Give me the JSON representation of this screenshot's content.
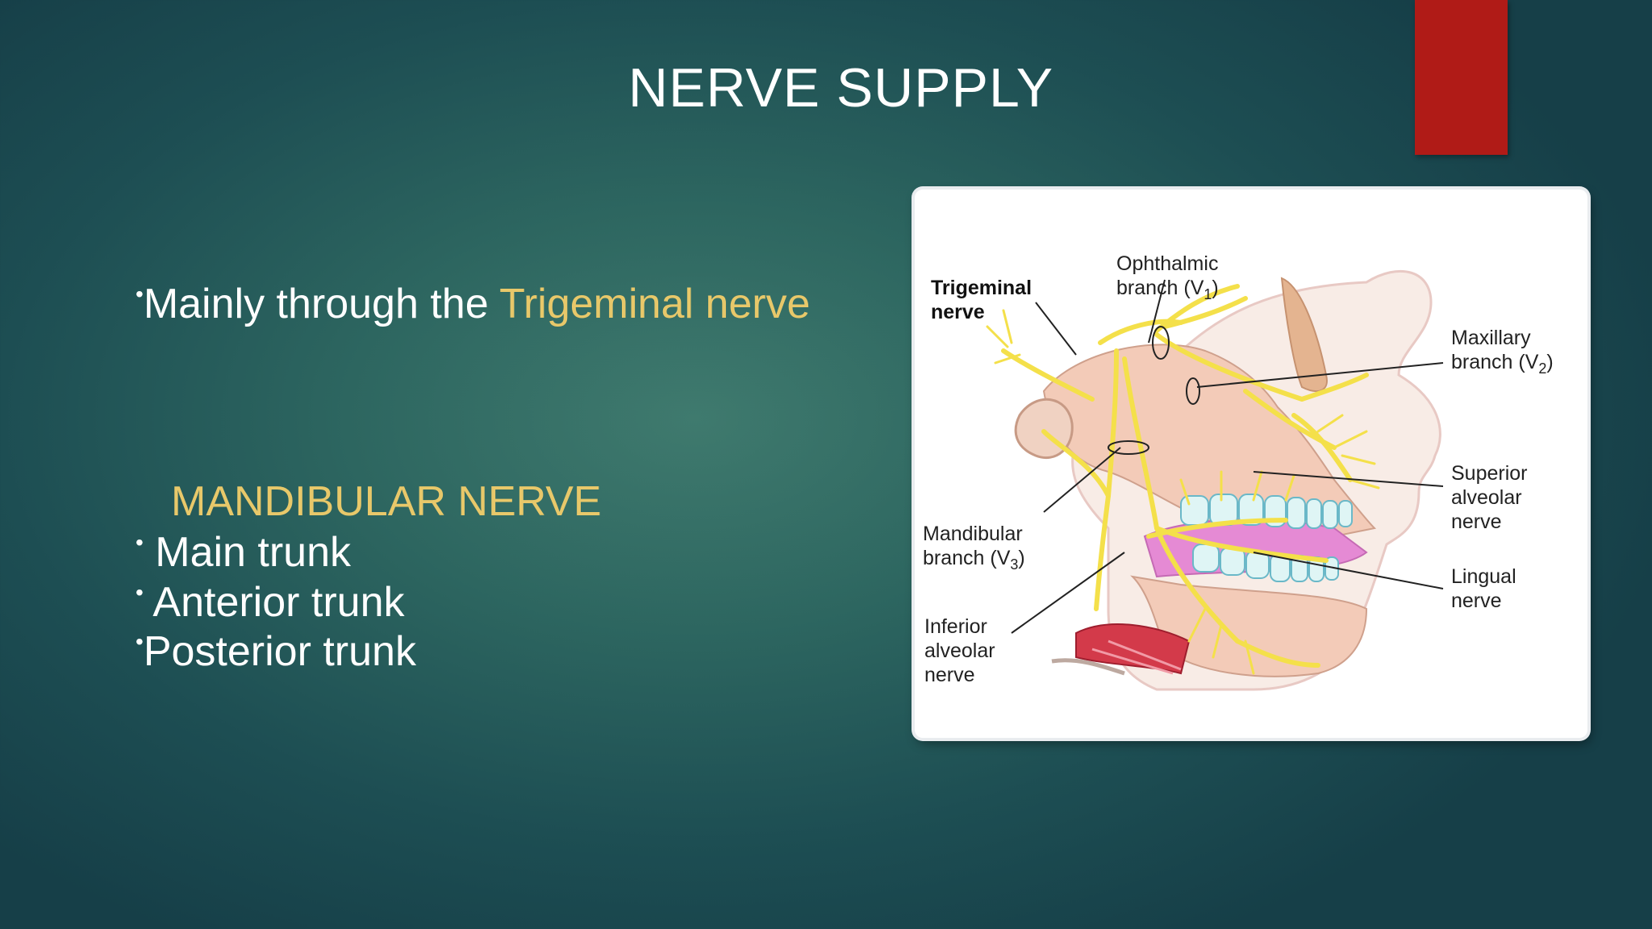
{
  "slide": {
    "title": "NERVE SUPPLY",
    "bullet1": {
      "marker": "•",
      "prefix": "Mainly through the ",
      "highlight": "Trigeminal nerve"
    },
    "sub_heading": "MANDIBULAR NERVE",
    "items": [
      {
        "marker": "•",
        "label": " Main trunk"
      },
      {
        "marker": "•",
        "label": " Anterior trunk"
      },
      {
        "marker": "•",
        "label": "Posterior trunk"
      }
    ]
  },
  "diagram": {
    "labels": {
      "trigeminal_1": "Trigeminal",
      "trigeminal_2": "nerve",
      "ophthalmic_1": "Ophthalmic",
      "ophthalmic_2": "branch (V",
      "ophthalmic_sub": "1",
      "maxillary_1": "Maxillary",
      "maxillary_2": "branch (V",
      "maxillary_sub": "2",
      "superior_1": "Superior",
      "superior_2": "alveolar",
      "superior_3": "nerve",
      "lingual_1": "Lingual",
      "lingual_2": "nerve",
      "mandibular_1": "Mandibular",
      "mandibular_2": "branch (V",
      "mandibular_sub": "3",
      "inferior_1": "Inferior",
      "inferior_2": "alveolar",
      "inferior_3": "nerve",
      "close_paren": ")"
    }
  },
  "colors": {
    "accent_red": "#b01b17",
    "highlight_gold": "#e8c86a",
    "nerve_yellow": "#f4e04a",
    "tooth_cyan": "#dff5f5",
    "muscle_red": "#d33a4a"
  }
}
